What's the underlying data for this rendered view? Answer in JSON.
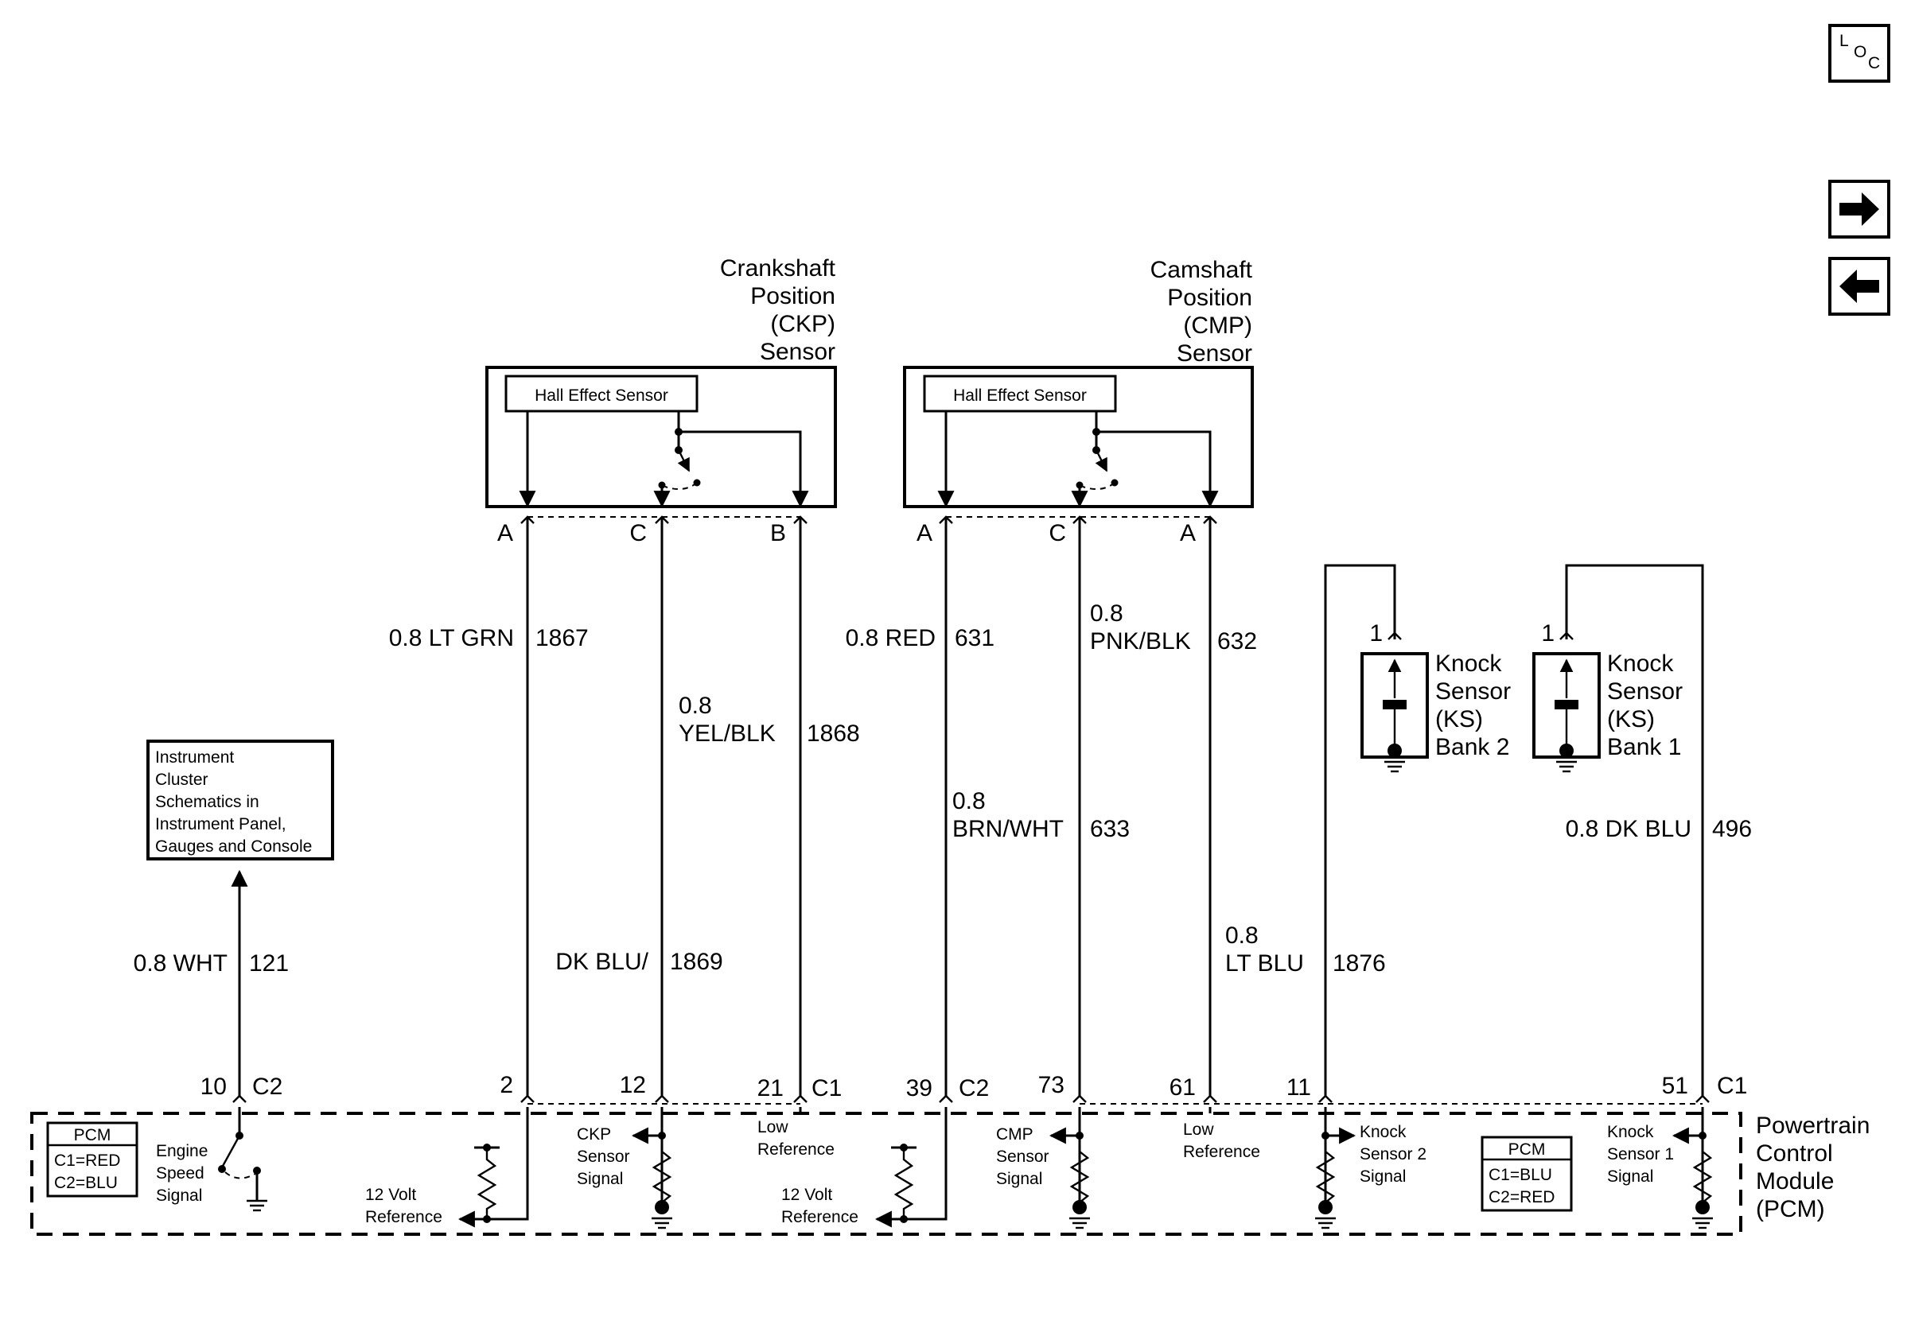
{
  "nav": {
    "loc": {
      "l": "L",
      "o": "O",
      "c": "C"
    },
    "forward_icon": "arrow-right-icon",
    "back_icon": "arrow-left-icon"
  },
  "ckp": {
    "title": [
      "Crankshaft",
      "Position",
      "(CKP)",
      "Sensor"
    ],
    "inner_label": "Hall Effect Sensor",
    "pins": {
      "a": "A",
      "c": "C",
      "b": "B"
    }
  },
  "cmp": {
    "title": [
      "Camshaft",
      "Position",
      "(CMP)",
      "Sensor"
    ],
    "inner_label": "Hall Effect Sensor",
    "pins": {
      "a": "A",
      "c": "C",
      "a2": "A"
    }
  },
  "knock": {
    "bank2": {
      "pin": "1",
      "label": [
        "Knock",
        "Sensor",
        "(KS)",
        "Bank 2"
      ]
    },
    "bank1": {
      "pin": "1",
      "label": [
        "Knock",
        "Sensor",
        "(KS)",
        "Bank 1"
      ]
    }
  },
  "instrument_cluster": {
    "lines": [
      "Instrument",
      "Cluster",
      "Schematics in",
      "Instrument Panel,",
      "Gauges and Console"
    ]
  },
  "wires": {
    "w121": {
      "color": "0.8 WHT",
      "circuit": "121"
    },
    "w1867": {
      "color": "0.8 LT GRN",
      "circuit": "1867"
    },
    "w1869": {
      "color": "DK BLU/",
      "circuit": "1869"
    },
    "w1868": {
      "color": [
        "0.8",
        "YEL/BLK"
      ],
      "circuit": "1868"
    },
    "w631": {
      "color": "0.8 RED",
      "circuit": "631"
    },
    "w633": {
      "color": [
        "0.8",
        "BRN/WHT"
      ],
      "circuit": "633"
    },
    "w632": {
      "color": [
        "0.8",
        "PNK/BLK"
      ],
      "circuit": "632"
    },
    "w1876": {
      "color": [
        "0.8",
        "LT BLU"
      ],
      "circuit": "1876"
    },
    "w496": {
      "color": "0.8 DK BLU",
      "circuit": "496"
    }
  },
  "pcm_pins": {
    "p10": "10",
    "c2a": "C2",
    "p2": "2",
    "p12": "12",
    "p21": "21",
    "c1a": "C1",
    "p39": "39",
    "c2b": "C2",
    "p73": "73",
    "p61": "61",
    "p11": "11",
    "p51": "51",
    "c1b": "C1"
  },
  "pcm": {
    "title": [
      "Powertrain",
      "Control",
      "Module",
      "(PCM)"
    ],
    "legend_left": [
      "PCM",
      "C1=RED",
      "C2=BLU"
    ],
    "legend_right": [
      "PCM",
      "C1=BLU",
      "C2=RED"
    ],
    "engine_speed": [
      "Engine",
      "Speed",
      "Signal"
    ],
    "ref12_a": [
      "12 Volt",
      "Reference"
    ],
    "ckp_signal": [
      "CKP",
      "Sensor",
      "Signal"
    ],
    "low_ref_a": [
      "Low",
      "Reference"
    ],
    "ref12_b": [
      "12 Volt",
      "Reference"
    ],
    "cmp_signal": [
      "CMP",
      "Sensor",
      "Signal"
    ],
    "low_ref_b": [
      "Low",
      "Reference"
    ],
    "knock2_signal": [
      "Knock",
      "Sensor 2",
      "Signal"
    ],
    "knock1_signal": [
      "Knock",
      "Sensor 1",
      "Signal"
    ]
  }
}
